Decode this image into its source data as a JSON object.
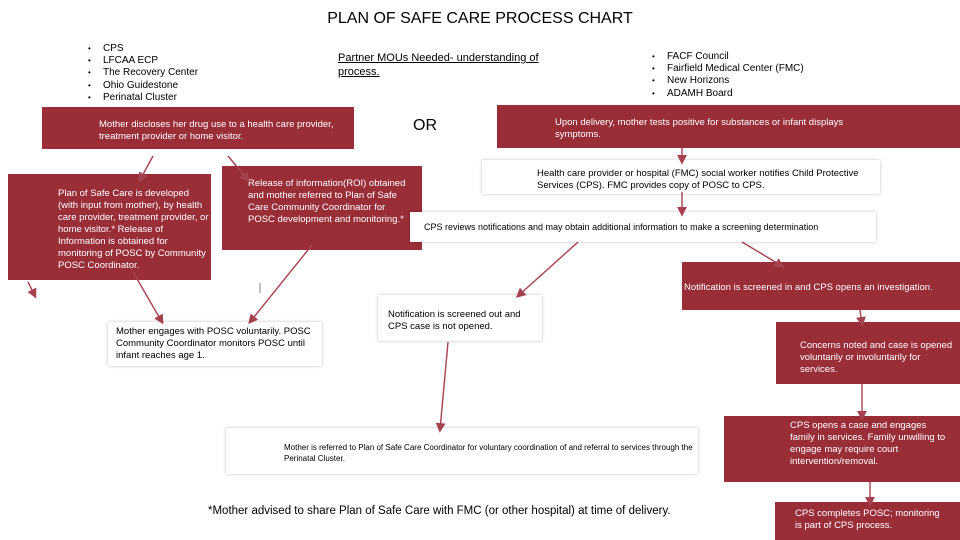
{
  "title": "PLAN OF SAFE CARE PROCESS CHART",
  "left_list": [
    "CPS",
    "LFCAA ECP",
    "The Recovery Center",
    "Ohio Guidestone",
    "Perinatal Cluster"
  ],
  "partner_text": "Partner MOUs Needed- understanding of process.",
  "right_list": [
    "FACF Council",
    "Fairfield Medical Center (FMC)",
    "New Horizons",
    "ADAMH Board"
  ],
  "or_label": "OR",
  "disclose_text": "Mother discloses her drug use to a health care provider, treatment provider or home visitor.",
  "delivery_text": "Upon delivery, mother tests positive for substances or infant displays symptoms.",
  "plan_text": "Plan of Safe Care is developed (with input from mother), by health care provider, treatment provider, or home visitor.* Release of Information is obtained for monitoring of POSC by Community POSC Coordinator.",
  "roi_text": "Release of information(ROI) obtained and mother referred to Plan of Safe Care Community Coordinator for POSC development and monitoring.*",
  "hcp_notify_text": "Health care provider or hospital (FMC) social worker notifies Child Protective Services (CPS). FMC provides copy of POSC to CPS.",
  "cps_reviews_text": "CPS reviews notifications and may obtain additional information to make a screening determination",
  "screened_in_text": "Notification is screened in and CPS opens an investigation.",
  "screened_out_text": "Notification is screened out and CPS case is not opened.",
  "engages_text": "Mother engages with POSC voluntarily. POSC Community Coordinator monitors POSC until infant reaches age 1.",
  "concerns_text": "Concerns noted and case is opened voluntarily or involuntarily for services.",
  "referred_text": "Mother is referred to Plan of Safe Care Coordinator for voluntary coordination of and referral to services through the Perinatal Cluster.",
  "cps_opens_text": "CPS opens a case and engages family in services. Family unwilling to engage may require court intervention/removal.",
  "footnote": "*Mother advised to share Plan of Safe Care with FMC (or other hospital) at time of delivery.",
  "completes_text": "CPS completes POSC; monitoring is part of CPS process.",
  "colors": {
    "box_red": "#9a2e38",
    "arrow": "#a64250"
  }
}
